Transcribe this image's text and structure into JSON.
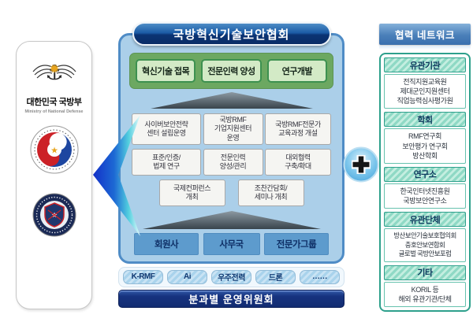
{
  "left_panel": {
    "org_name": "대한민국 국방부",
    "org_name_en": "Ministry of National Defense",
    "emblems": [
      "mnd-wings-anchor-star-emblem",
      "defense-counterintelligence-command-seal",
      "rok-cyber-operations-command-seal"
    ]
  },
  "center": {
    "title": "국방혁신기술보안협회",
    "focus_areas": [
      "혁신기술 접목",
      "전문인력 양성",
      "연구개발"
    ],
    "programs_row1": [
      "사이버보안전략\n센터 설립운영",
      "국방RMF\n기업지원센터\n운영",
      "국방RMF전문가\n교육과정 개설"
    ],
    "programs_row2": [
      "표준/인증/\n법제 연구",
      "전문인력\n양성/관리",
      "대외협력\n구축/확대"
    ],
    "programs_row3": [
      "국제컨퍼런스\n개최",
      "조찬간담회/\n세미나 개최"
    ],
    "org_units": [
      "회원사",
      "사무국",
      "전문가그룹"
    ],
    "committees": [
      "K-RMF",
      "Ai",
      "우주전력",
      "드론",
      "……"
    ],
    "bottom_bar": "분과별 운영위원회"
  },
  "right_panel": {
    "title": "협력 네트워크",
    "sections": [
      {
        "title": "유관기관",
        "items": "전직지원교육원\n제대군인지원센터\n직업능력심사평가원"
      },
      {
        "title": "학회",
        "items": "RMF연구회\n보안평가 연구회\n방산학회"
      },
      {
        "title": "연구소",
        "items": "한국인터넷진흥원\n국방보안연구소"
      },
      {
        "title": "유관단체",
        "items": "방산보안기술보호협의회\n충호안보연합회\n글로벌 국방안보포럼"
      },
      {
        "title": "기타",
        "items": "KORIL 등\n해외 유관기관/단체"
      }
    ]
  },
  "connectors": {
    "left_arrow": "flow-arrow-left",
    "plus": "plus-connector"
  },
  "colors": {
    "center_panel_fill": "#abcfe9",
    "center_panel_border": "#4f8cc6",
    "header_navy": "#0a2c66",
    "green_strip": "#6ca861",
    "green_box": "#d3eac6",
    "unit_blue": "#5d9bcd",
    "bottom_navy": "#122c72",
    "network_teal": "#2ea08c",
    "arrow_blue": "#1330c8",
    "arrow_cyan": "#baf0f4"
  }
}
